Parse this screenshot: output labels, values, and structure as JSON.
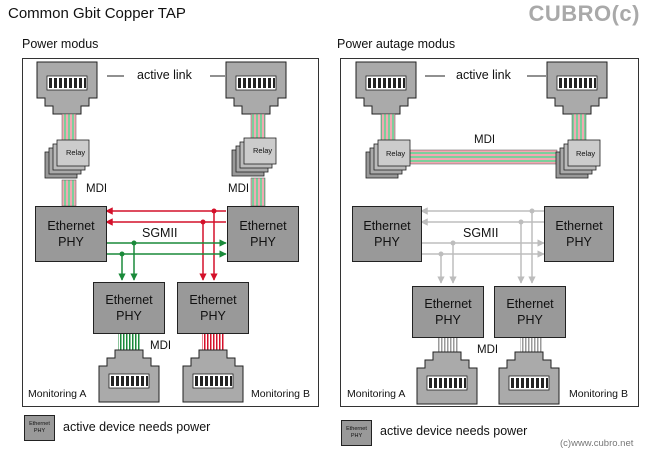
{
  "title": "Common Gbit Copper TAP",
  "brand": "CUBRO(c)",
  "left": {
    "heading": "Power modus",
    "active_link": "active link",
    "relay": "Relay",
    "mdi_top_left": "MDI",
    "mdi_top_right": "MDI",
    "sgmii": "SGMII",
    "mdi_bottom": "MDI",
    "monitor_a": "Monitoring A",
    "monitor_b": "Monitoring B",
    "phy_line1": "Ethernet",
    "phy_line2": "PHY"
  },
  "right": {
    "heading": "Power autage modus",
    "active_link": "active link",
    "relay": "Relay",
    "mdi_middle": "MDI",
    "sgmii": "SGMII",
    "mdi_bottom": "MDI",
    "monitor_a": "Monitoring A",
    "monitor_b": "Monitoring B",
    "phy_line1": "Ethernet",
    "phy_line2": "PHY"
  },
  "legend": {
    "box_line1": "Ethernet",
    "box_line2": "PHY",
    "text": "active device needs power"
  },
  "copyright": "(c)www.cubro.net",
  "colors": {
    "phy_fill": "#999999",
    "signal_red": "#d4102a",
    "signal_green": "#1a8a3a",
    "inactive_gray": "#bdbdbd",
    "brand_gray": "#a9a9a9"
  }
}
